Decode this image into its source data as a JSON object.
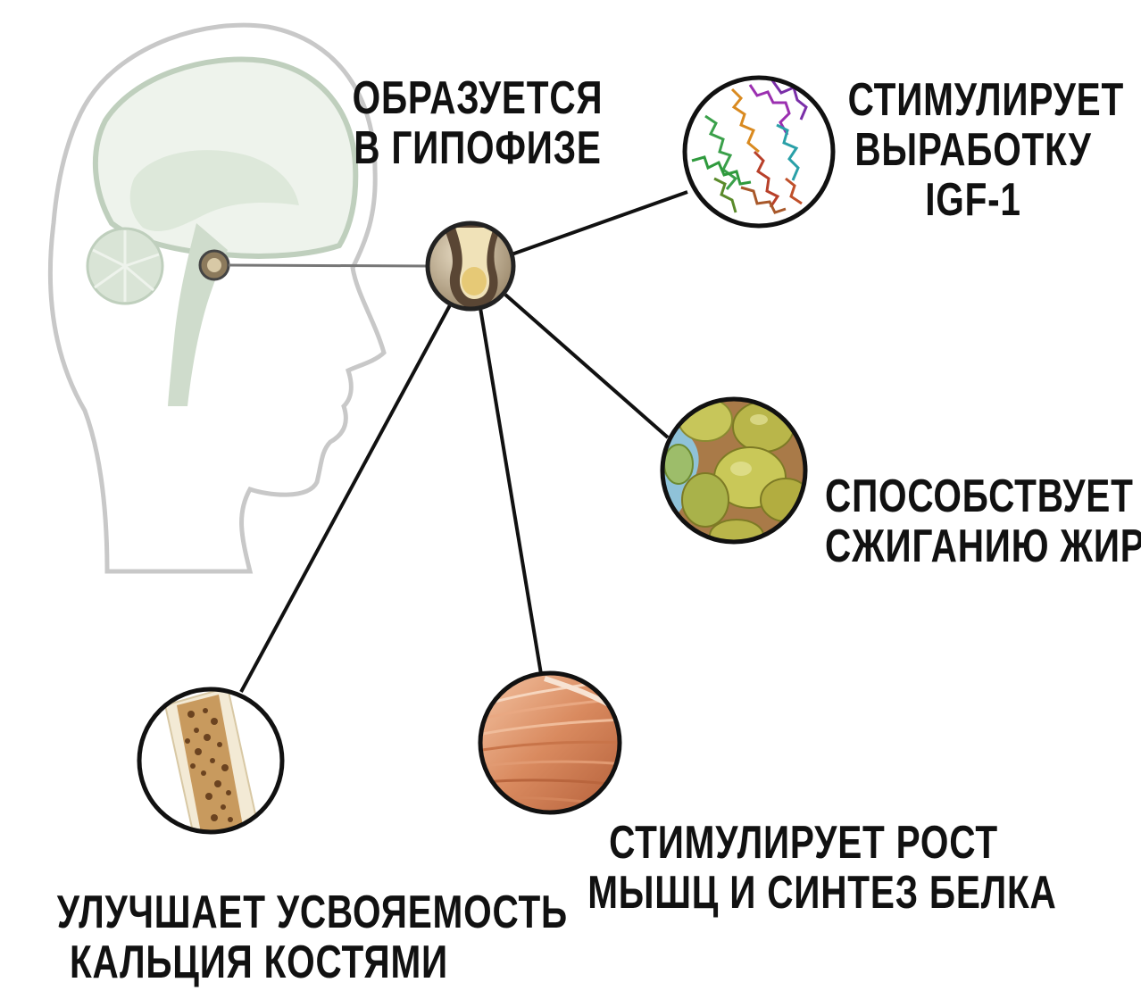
{
  "center": {
    "label_lines": [
      "ОБРАЗУЕТСЯ",
      "В ГИПОФИЗЕ"
    ],
    "icon": "pituitary-gland-icon"
  },
  "effects": [
    {
      "id": "igf",
      "label_lines": [
        "СТИМУЛИРУЕТ",
        "ВЫРАБОТКУ",
        "IGF-1"
      ],
      "icon": "protein-molecule-icon"
    },
    {
      "id": "fat",
      "label_lines": [
        "СПОСОБСТВУЕТ",
        "СЖИГАНИЮ ЖИРА"
      ],
      "icon": "fat-cells-icon"
    },
    {
      "id": "muscle",
      "label_lines": [
        "СТИМУЛИРУЕТ РОСТ",
        "МЫШЦ И СИНТЕЗ БЕЛКА"
      ],
      "icon": "muscle-fibers-icon"
    },
    {
      "id": "bone",
      "label_lines": [
        "УЛУЧШАЕТ УСВОЯЕМОСТЬ",
        "КАЛЬЦИЯ КОСТЯМИ"
      ],
      "icon": "bone-tissue-icon"
    }
  ],
  "head_icon": "head-silhouette-icon",
  "colors": {
    "line": "#111111",
    "head_outline": "#c8c8c8",
    "brain": "#d9e4d6",
    "muscle": "#d98a5f",
    "fat": "#b9b64a",
    "bone": "#b07838"
  }
}
